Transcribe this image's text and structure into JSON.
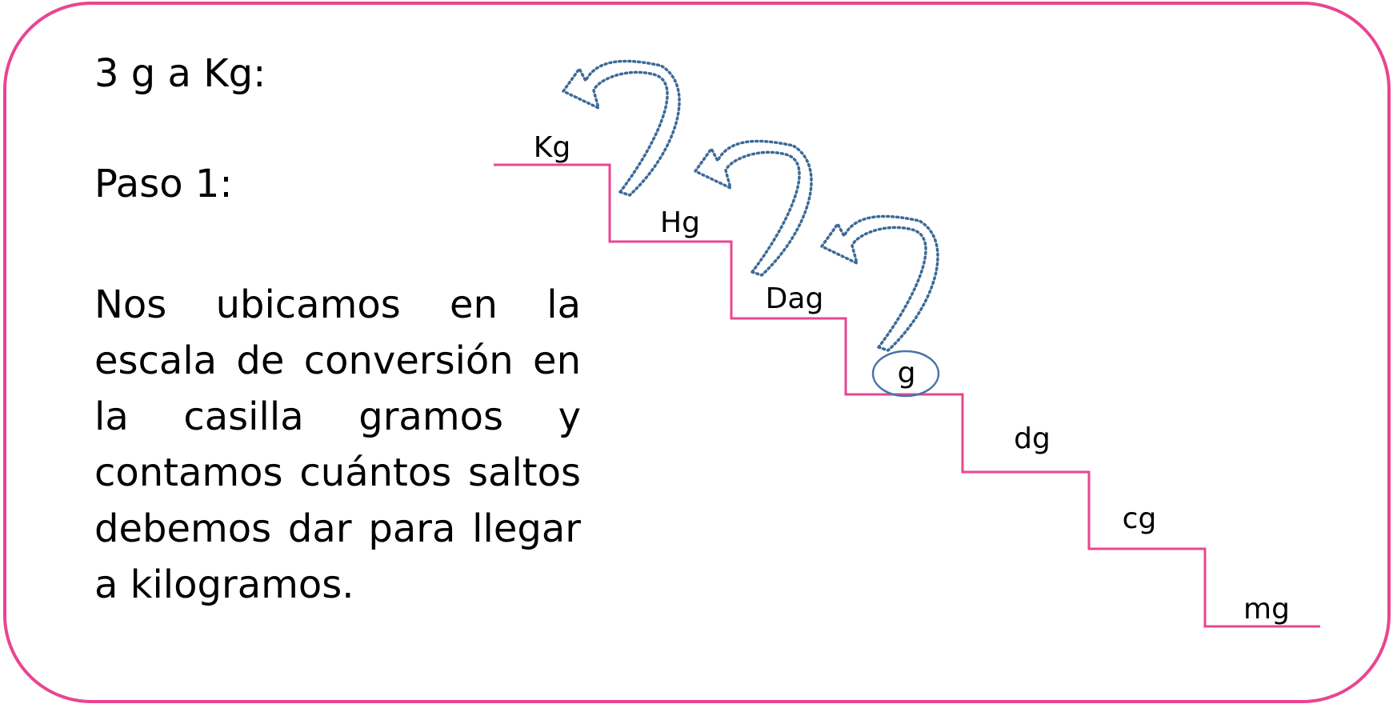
{
  "title": "3 g a Kg:",
  "step": "Paso 1:",
  "explanation": "Nos ubicamos en la escala de conversión en la casilla gramos y contamos cuántos saltos debemos dar para llegar a kilogramos.",
  "units": [
    "Kg",
    "Hg",
    "Dag",
    "g",
    "dg",
    "cg",
    "mg"
  ],
  "highlighted_unit": "g",
  "colors": {
    "frame": "#e94591",
    "stairs": "#e94591",
    "arrows": "#3c6a98",
    "circle": "#4a74a6"
  }
}
